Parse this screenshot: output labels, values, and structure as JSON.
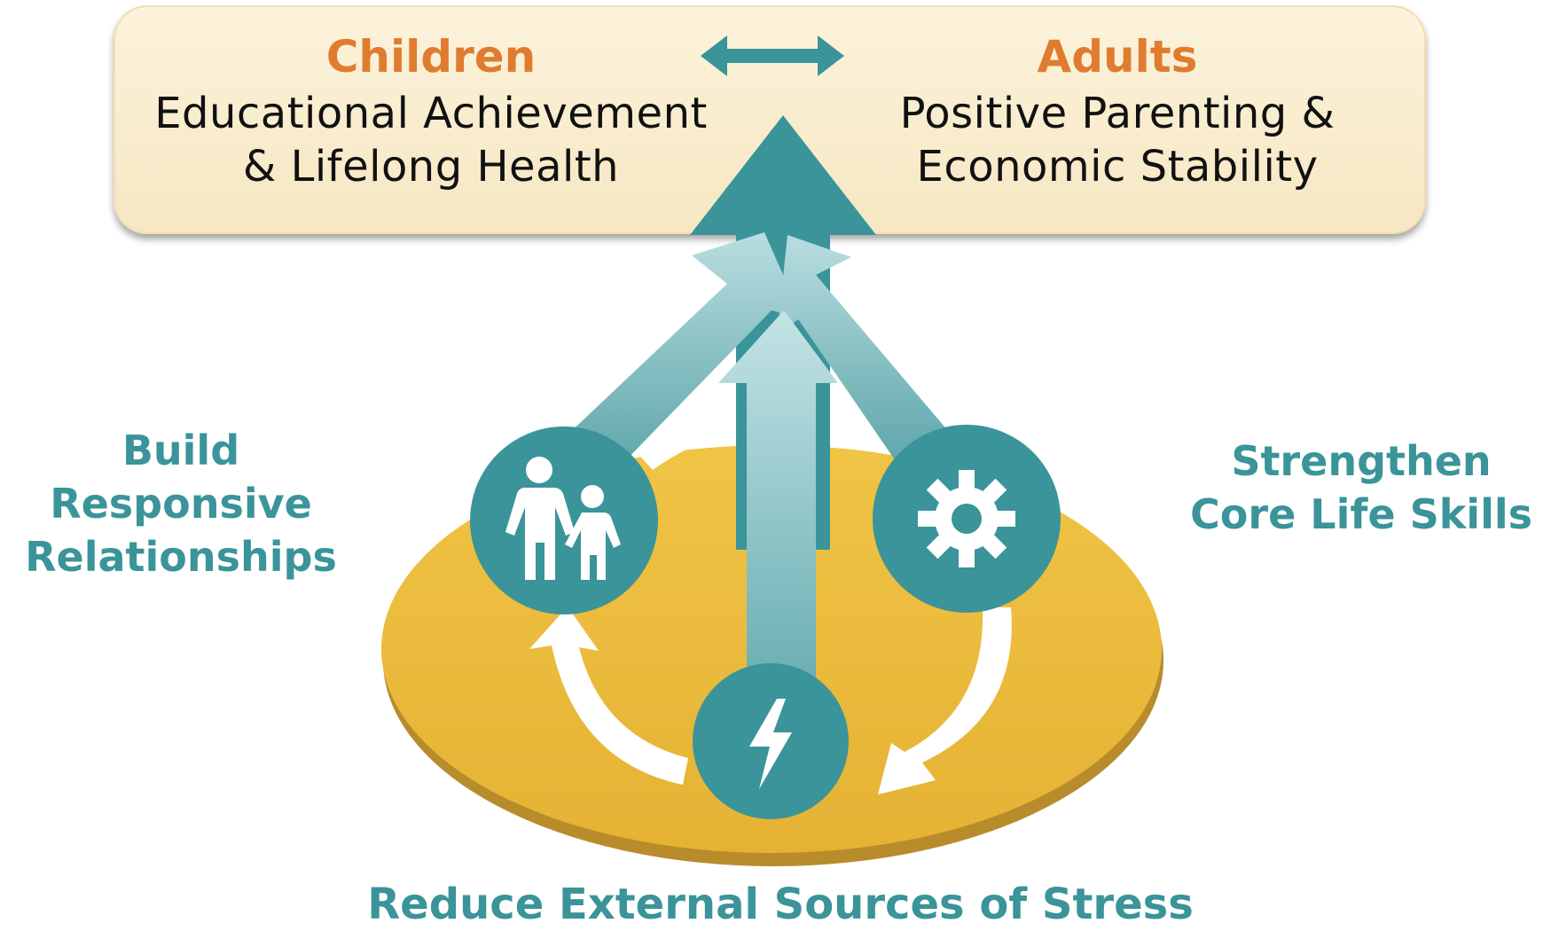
{
  "outcomes": {
    "children": {
      "heading": "Children",
      "line1": "Educational Achievement",
      "line2": "& Lifelong Health"
    },
    "adults": {
      "heading": "Adults",
      "line1": "Positive Parenting &",
      "line2": "Economic Stability"
    }
  },
  "strategies": {
    "relationships": {
      "line1": "Build",
      "line2": "Responsive",
      "line3": "Relationships",
      "icon": "parent-child-icon"
    },
    "skills": {
      "line1": "Strengthen",
      "line2": "Core Life Skills",
      "icon": "gear-icon"
    },
    "stress": {
      "label": "Reduce External Sources of Stress",
      "icon": "lightning-icon"
    }
  },
  "colors": {
    "teal": "#3a9499",
    "orange": "#e07c2f",
    "gold": "#ebb93a",
    "box": "#f8ebcb"
  }
}
